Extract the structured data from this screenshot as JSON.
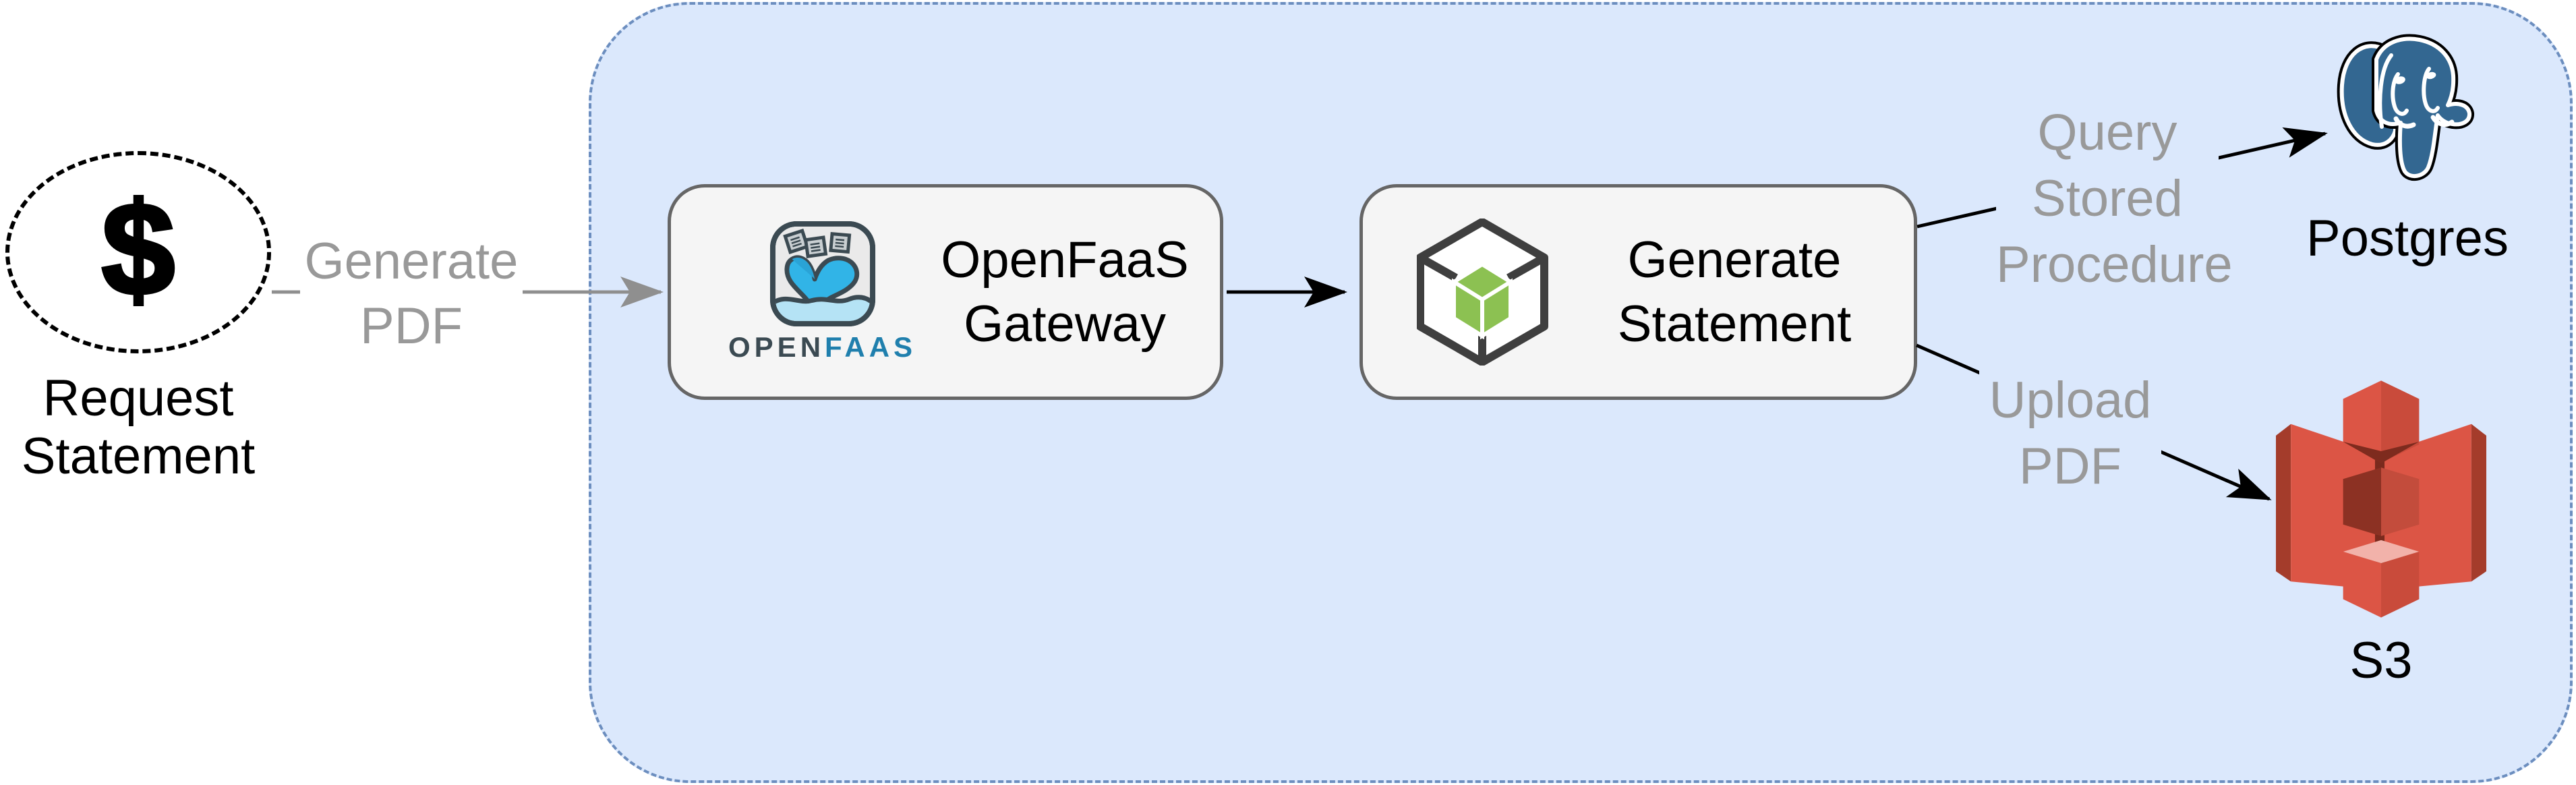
{
  "diagram": {
    "request": {
      "symbol": "$",
      "label1": "Request",
      "label2": "Statement"
    },
    "edge_generate_pdf": {
      "line1": "Generate",
      "line2": "PDF"
    },
    "gateway": {
      "title1": "OpenFaaS",
      "title2": "Gateway",
      "brand_open": "OPEN",
      "brand_faas": "FAAS"
    },
    "function": {
      "title1": "Generate",
      "title2": "Statement"
    },
    "edge_query": {
      "line1": "Query",
      "line2": "Stored",
      "line3": "Procedure"
    },
    "postgres": {
      "label": "Postgres"
    },
    "edge_upload": {
      "line1": "Upload",
      "line2": "PDF"
    },
    "s3": {
      "label": "S3"
    },
    "colors": {
      "container_fill": "#dbe8fc",
      "container_border": "#6c8ebf",
      "box_fill": "#f5f5f5",
      "box_border": "#666666",
      "edge_label_gray": "#999999",
      "gray_arrow": "#8f8f8f",
      "black": "#000000",
      "postgres_blue": "#336791",
      "s3_red": "#dc5545",
      "s3_dark_red": "#8c3123",
      "s3_pink": "#f2b2aa",
      "function_green": "#8cc152",
      "openfaas_blue": "#31b4e7",
      "openfaas_slate": "#3b4a52"
    }
  }
}
